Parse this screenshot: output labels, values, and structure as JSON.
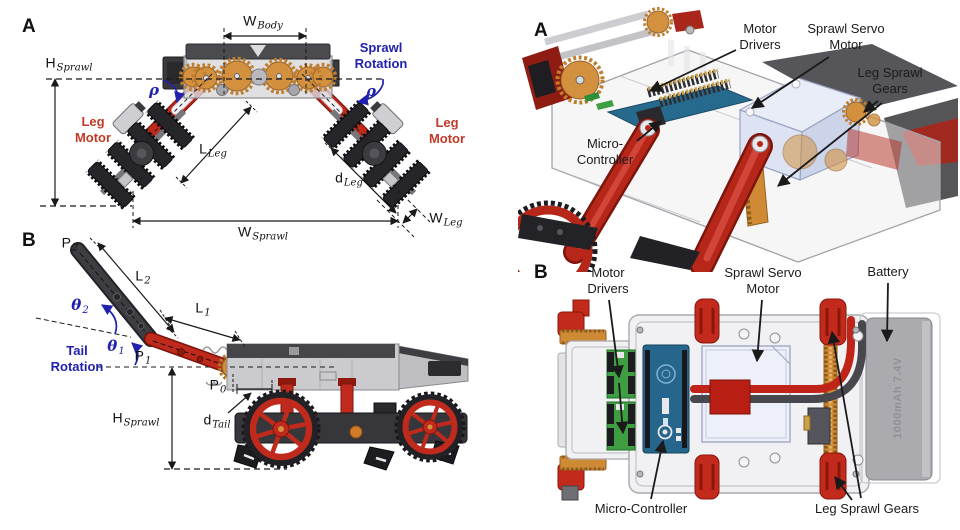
{
  "colors": {
    "annotation_blue": "#2121ad",
    "annotation_red": "#c23a28",
    "robot_red": "#bf2a1c",
    "gear_orange": "#cf8c3c",
    "pcb_blue": "#26658c",
    "driver_green": "#3f9e42",
    "servo_lavender": "#edf0f9",
    "battery_gray": "#ababaf"
  },
  "left": {
    "panel_a": {
      "tag": "A",
      "labels": {
        "w_body": {
          "base": "W",
          "sub": "Body"
        },
        "h_sprawl": {
          "base": "H",
          "sub": "Sprawl"
        },
        "sprawl_rotation": "Sprawl Rotation",
        "rho": "ρ",
        "leg_motor": "Leg Motor",
        "l_leg": {
          "base": "L",
          "sub": "Leg"
        },
        "d_leg": {
          "base": "d",
          "sub": "Leg"
        },
        "w_sprawl": {
          "base": "W",
          "sub": "Sprawl"
        },
        "w_leg": {
          "base": "W",
          "sub": "Leg"
        }
      }
    },
    "panel_b": {
      "tag": "B",
      "labels": {
        "p2": {
          "base": "P",
          "sub": "2"
        },
        "l2": {
          "base": "L",
          "sub": "2"
        },
        "theta2": {
          "base": "θ",
          "sub": "2"
        },
        "l1": {
          "base": "L",
          "sub": "1"
        },
        "theta1": {
          "base": "θ",
          "sub": "1"
        },
        "p1": {
          "base": "P",
          "sub": "1"
        },
        "p0": {
          "base": "P",
          "sub": "0"
        },
        "tail_rotation": "Tail Rotation",
        "d_tail": {
          "base": "d",
          "sub": "Tail"
        },
        "h_sprawl": {
          "base": "H",
          "sub": "Sprawl"
        }
      }
    }
  },
  "right": {
    "panel_a": {
      "tag": "A",
      "labels": {
        "motor_drivers": "Motor Drivers",
        "sprawl_servo_motor": "Sprawl Servo Motor",
        "leg_sprawl_gears": "Leg Sprawl Gears",
        "micro_controller": "Micro-Controller"
      }
    },
    "panel_b": {
      "tag": "B",
      "labels": {
        "motor_drivers": "Motor Drivers",
        "sprawl_servo_motor": "Sprawl Servo Motor",
        "battery": "Battery",
        "micro_controller": "Micro-Controller",
        "leg_sprawl_gears": "Leg Sprawl Gears",
        "battery_print": "1000mAh 7.4V"
      }
    }
  }
}
